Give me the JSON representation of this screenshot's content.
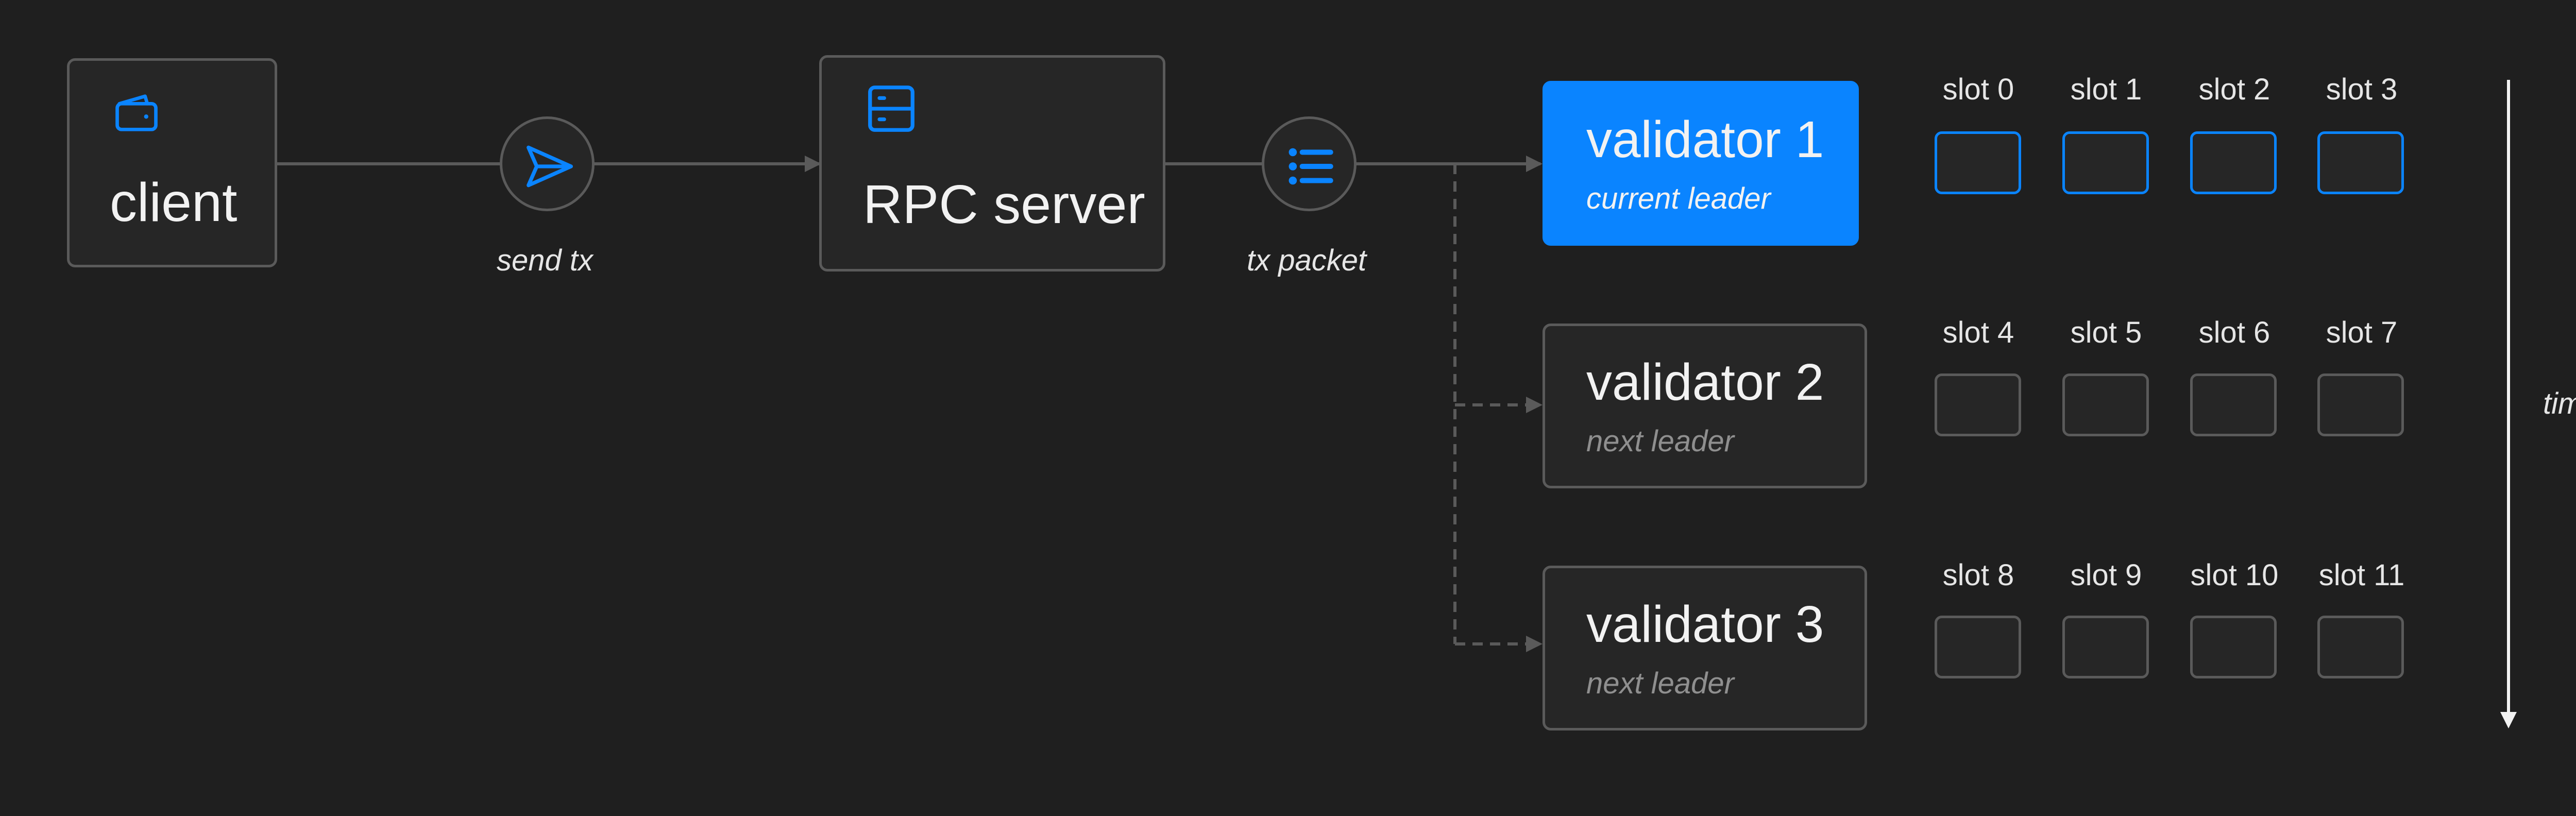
{
  "client": {
    "label": "client",
    "icon": "wallet-icon"
  },
  "rpc": {
    "label": "RPC server",
    "icon": "server-icon"
  },
  "steps": [
    {
      "caption": "send tx",
      "icon": "send-icon"
    },
    {
      "caption": "tx packet",
      "icon": "list-icon"
    }
  ],
  "validators": [
    {
      "title": "validator 1",
      "subtitle": "current leader"
    },
    {
      "title": "validator 2",
      "subtitle": "next leader"
    },
    {
      "title": "validator 3",
      "subtitle": "next leader"
    }
  ],
  "slot_rows": [
    [
      "slot 0",
      "slot 1",
      "slot 2",
      "slot 3"
    ],
    [
      "slot 4",
      "slot 5",
      "slot 6",
      "slot 7"
    ],
    [
      "slot 8",
      "slot 9",
      "slot 10",
      "slot 11"
    ]
  ],
  "time_label": "time",
  "colors": {
    "accent": "#0a84ff",
    "background": "#1f1f1f",
    "border": "#5a5a5a",
    "text": "#f2f2f2",
    "muted": "#8f8f8f"
  }
}
